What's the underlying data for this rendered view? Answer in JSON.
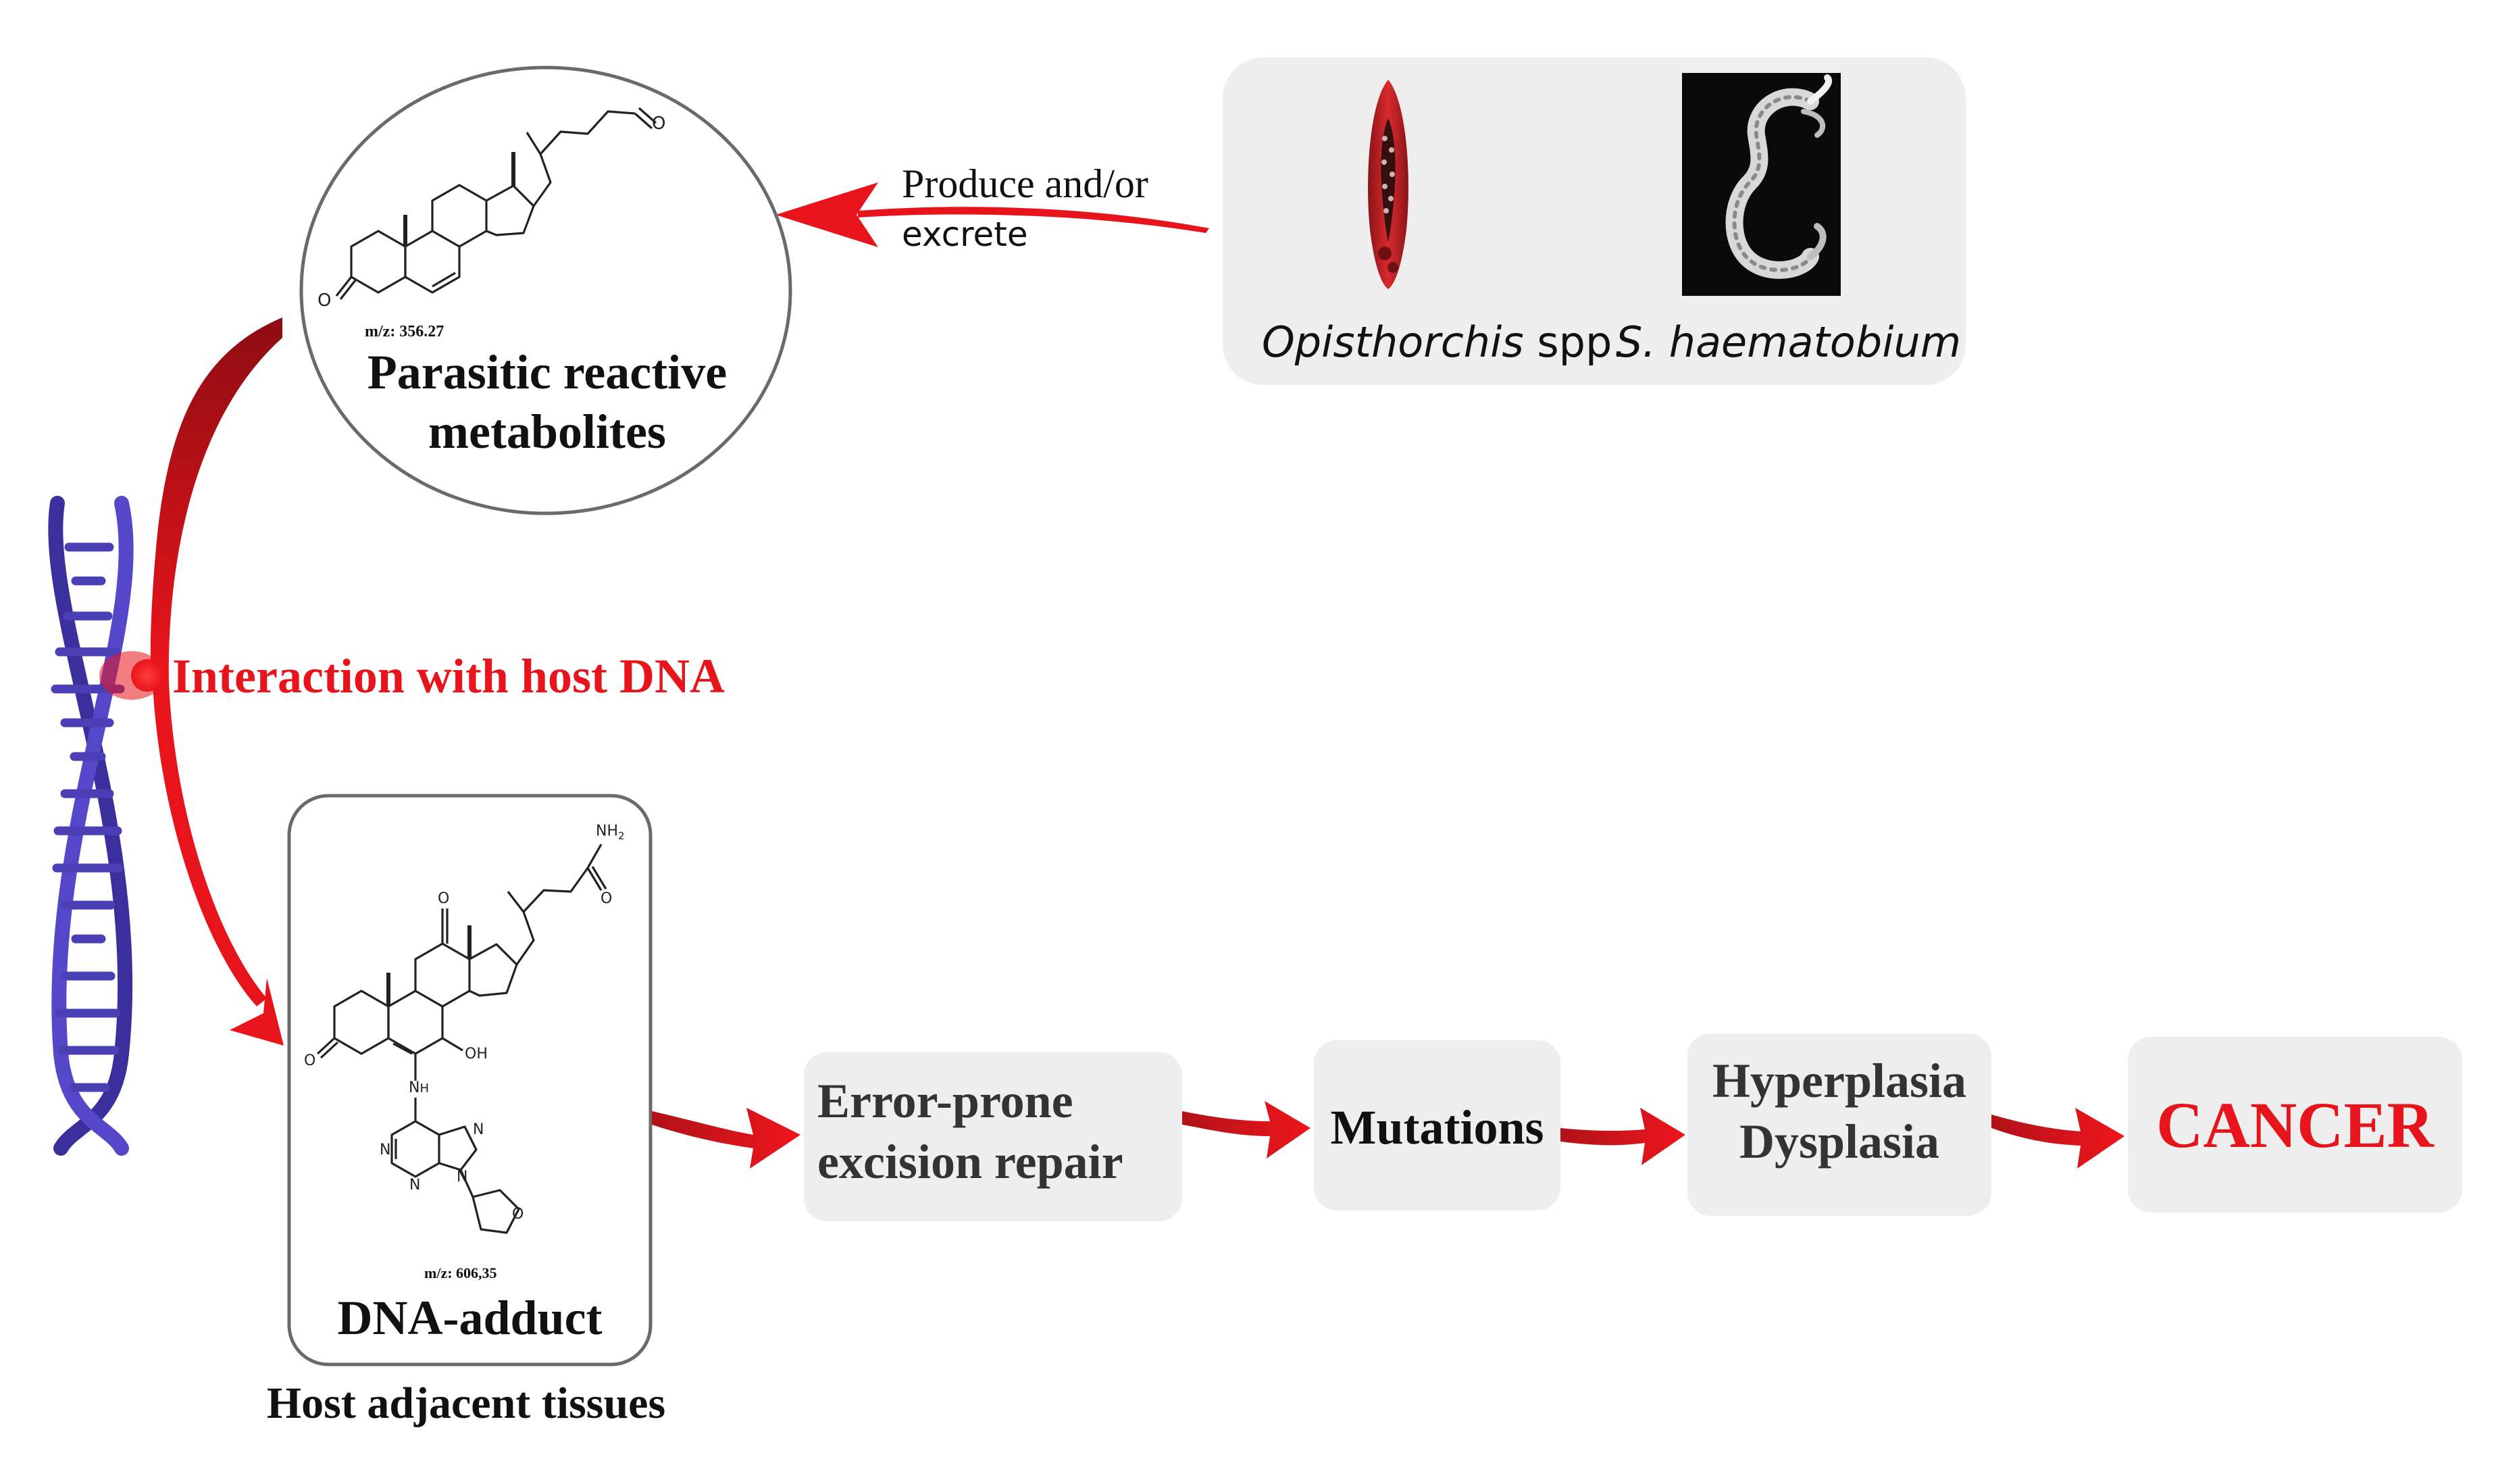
{
  "parasites": {
    "opisthorchis": {
      "name": "Opisthorchis",
      "suffix": " spp."
    },
    "schistosoma": {
      "name": "S. haematobium"
    }
  },
  "arrow_produce": {
    "line1": "Produce and/or",
    "line2": "excrete"
  },
  "metabolite": {
    "mz": "m/z: 356.27",
    "label_line1": "Parasitic reactive",
    "label_line2": "metabolites",
    "carbonyl_atom": "O",
    "ketone_atom": "O"
  },
  "interaction": {
    "label": "Interaction with host DNA"
  },
  "adduct": {
    "mz": "m/z: 606,35",
    "label": "DNA-adduct",
    "caption": "Host adjacent tissues",
    "atoms": {
      "amide": "NH",
      "amide_sub": "2",
      "amide_o": "O",
      "c11_o": "O",
      "c3_o": "O",
      "oh": "OH",
      "nh_link": "H",
      "n_link": "N",
      "purine_n1": "N",
      "purine_n3": "N",
      "purine_n7": "N",
      "purine_n9": "N",
      "thf_o": "O"
    }
  },
  "pathway": {
    "steps": [
      {
        "line1": "Error-prone",
        "line2": "excision repair"
      },
      {
        "line1": "Mutations"
      },
      {
        "line1": "Hyperplasia",
        "line2": "Dysplasia"
      },
      {
        "line1": "CANCER"
      }
    ]
  },
  "colors": {
    "accent_red": "#e8141b",
    "dark_red": "#b01218",
    "dna_blue": "#3a2f9c",
    "box_gray": "#eeeeee",
    "outline": "#555555"
  }
}
